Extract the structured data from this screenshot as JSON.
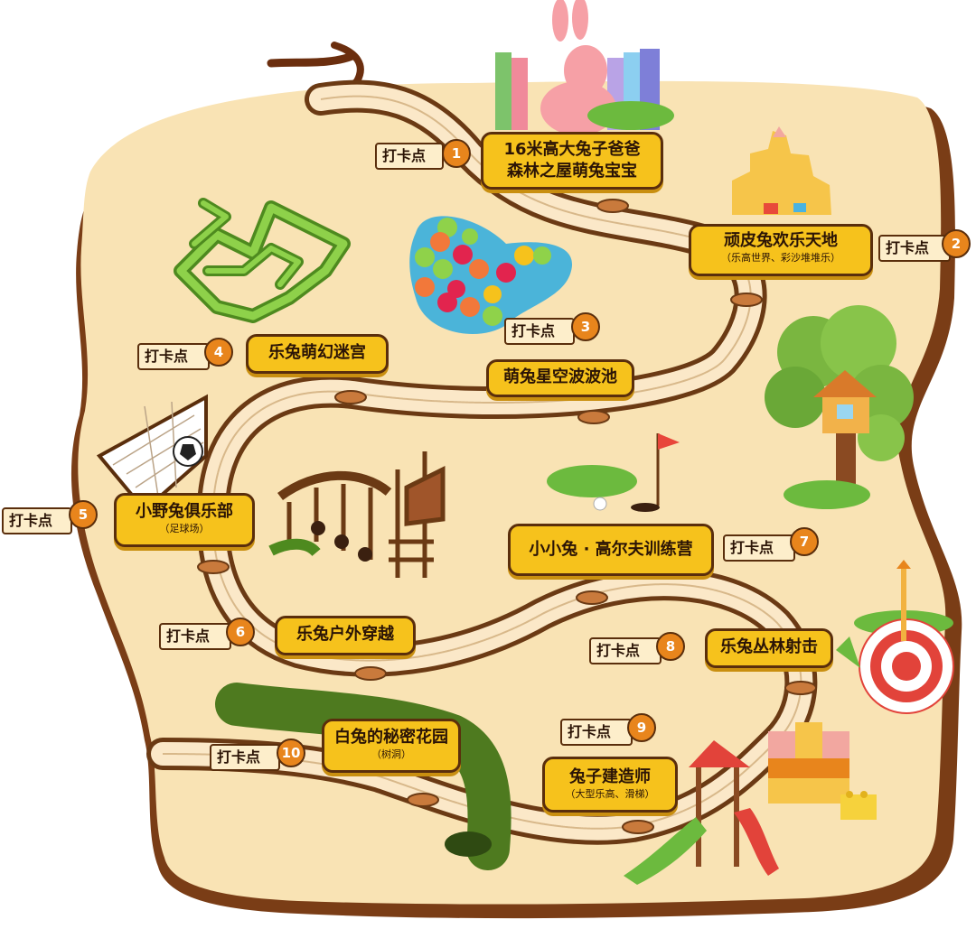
{
  "checkin_label": "打卡点",
  "stops": [
    {
      "num": "1",
      "title": "16米高大兔子爸爸",
      "title2": "森林之屋萌兔宝宝",
      "sub": ""
    },
    {
      "num": "2",
      "title": "顽皮兔欢乐天地",
      "title2": "",
      "sub": "（乐高世界、彩沙堆堆乐）"
    },
    {
      "num": "3",
      "title": "萌兔星空波波池",
      "title2": "",
      "sub": ""
    },
    {
      "num": "4",
      "title": "乐兔萌幻迷宫",
      "title2": "",
      "sub": ""
    },
    {
      "num": "5",
      "title": "小野兔俱乐部",
      "title2": "",
      "sub": "（足球场）"
    },
    {
      "num": "6",
      "title": "乐兔户外穿越",
      "title2": "",
      "sub": ""
    },
    {
      "num": "7",
      "title": "小小兔 · 高尔夫训练营",
      "title2": "",
      "sub": ""
    },
    {
      "num": "8",
      "title": "乐兔丛林射击",
      "title2": "",
      "sub": ""
    },
    {
      "num": "9",
      "title": "兔子建造师",
      "title2": "",
      "sub": "（大型乐高、滑梯）"
    },
    {
      "num": "10",
      "title": "白兔的秘密花园",
      "title2": "",
      "sub": "（树洞）"
    }
  ],
  "colors": {
    "land": "#f9e3b4",
    "land_shadow": "#7a3d16",
    "path_fill": "#fbe8c8",
    "path_edge": "#6b3a14",
    "label_bg": "#f6c21c",
    "badge": "#e8851c",
    "text": "#2b1406"
  },
  "icons": [
    "entrance-arrow-icon",
    "pink-rabbit-statue-icon",
    "sandcastle-icon",
    "ball-pit-icon",
    "hedge-maze-icon",
    "soccer-goal-icon",
    "climbing-frame-icon",
    "treehouse-icon",
    "golf-flag-icon",
    "archery-target-icon",
    "slide-icon",
    "tree-hole-tunnel-icon",
    "lego-blocks-icon"
  ]
}
